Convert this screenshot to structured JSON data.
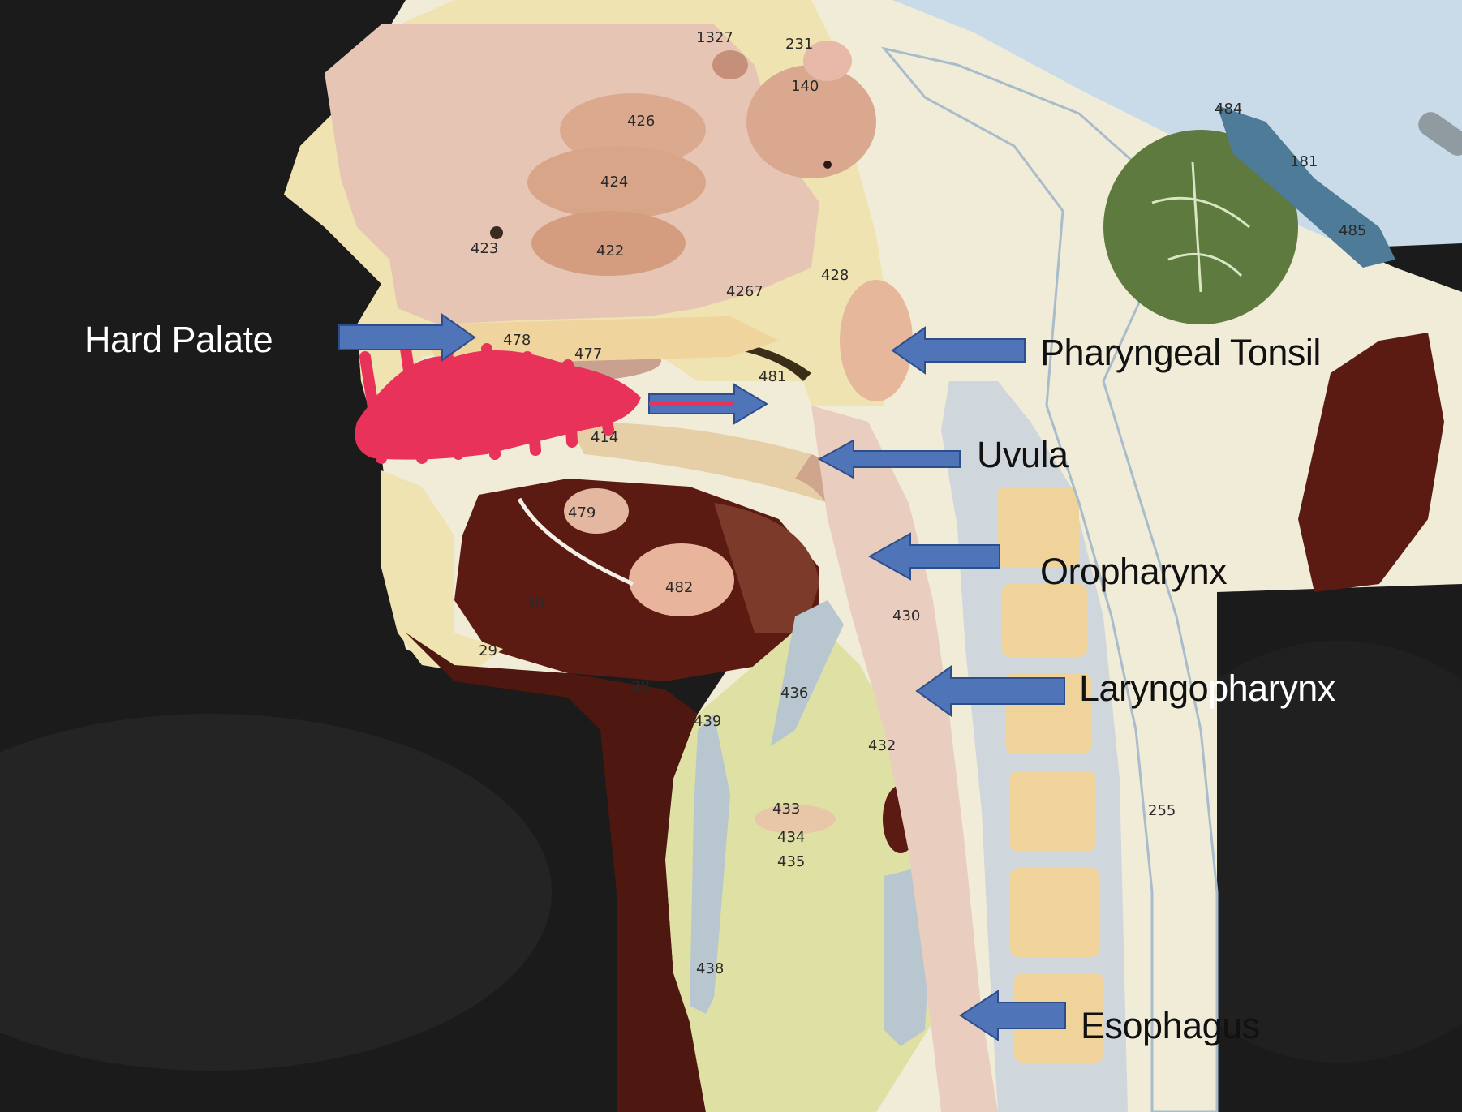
{
  "image": {
    "description_palette": {
      "background": "#1b1b1b",
      "bone_cream": "#efe3b1",
      "pale_pink": "#e6c5b4",
      "muscle": "#5b1b12",
      "arrow_fill": "#4f74b8",
      "arrow_outline": "#2c4f8c",
      "scribble": "#e8325a",
      "cerebellum": "#5f7a3e",
      "cartilage": "#b8c6cf"
    }
  },
  "labels": {
    "hard_palate": "Hard Palate",
    "pharyngeal_tonsil": "Pharyngeal Tonsil",
    "uvula": "Uvula",
    "oropharynx": "Oropharynx",
    "laryngopharynx_a": "Laryngo",
    "laryngopharynx_b": "pharynx",
    "esophagus": "Esophagus"
  },
  "model_numbers": [
    "1327",
    "231",
    "140",
    "426",
    "424",
    "423",
    "422",
    "428",
    "4267",
    "478",
    "477",
    "481",
    "414",
    "479",
    "482",
    "30",
    "29",
    "28",
    "436",
    "439",
    "430",
    "432",
    "433",
    "434",
    "435",
    "438",
    "255",
    "484",
    "181",
    "485"
  ]
}
